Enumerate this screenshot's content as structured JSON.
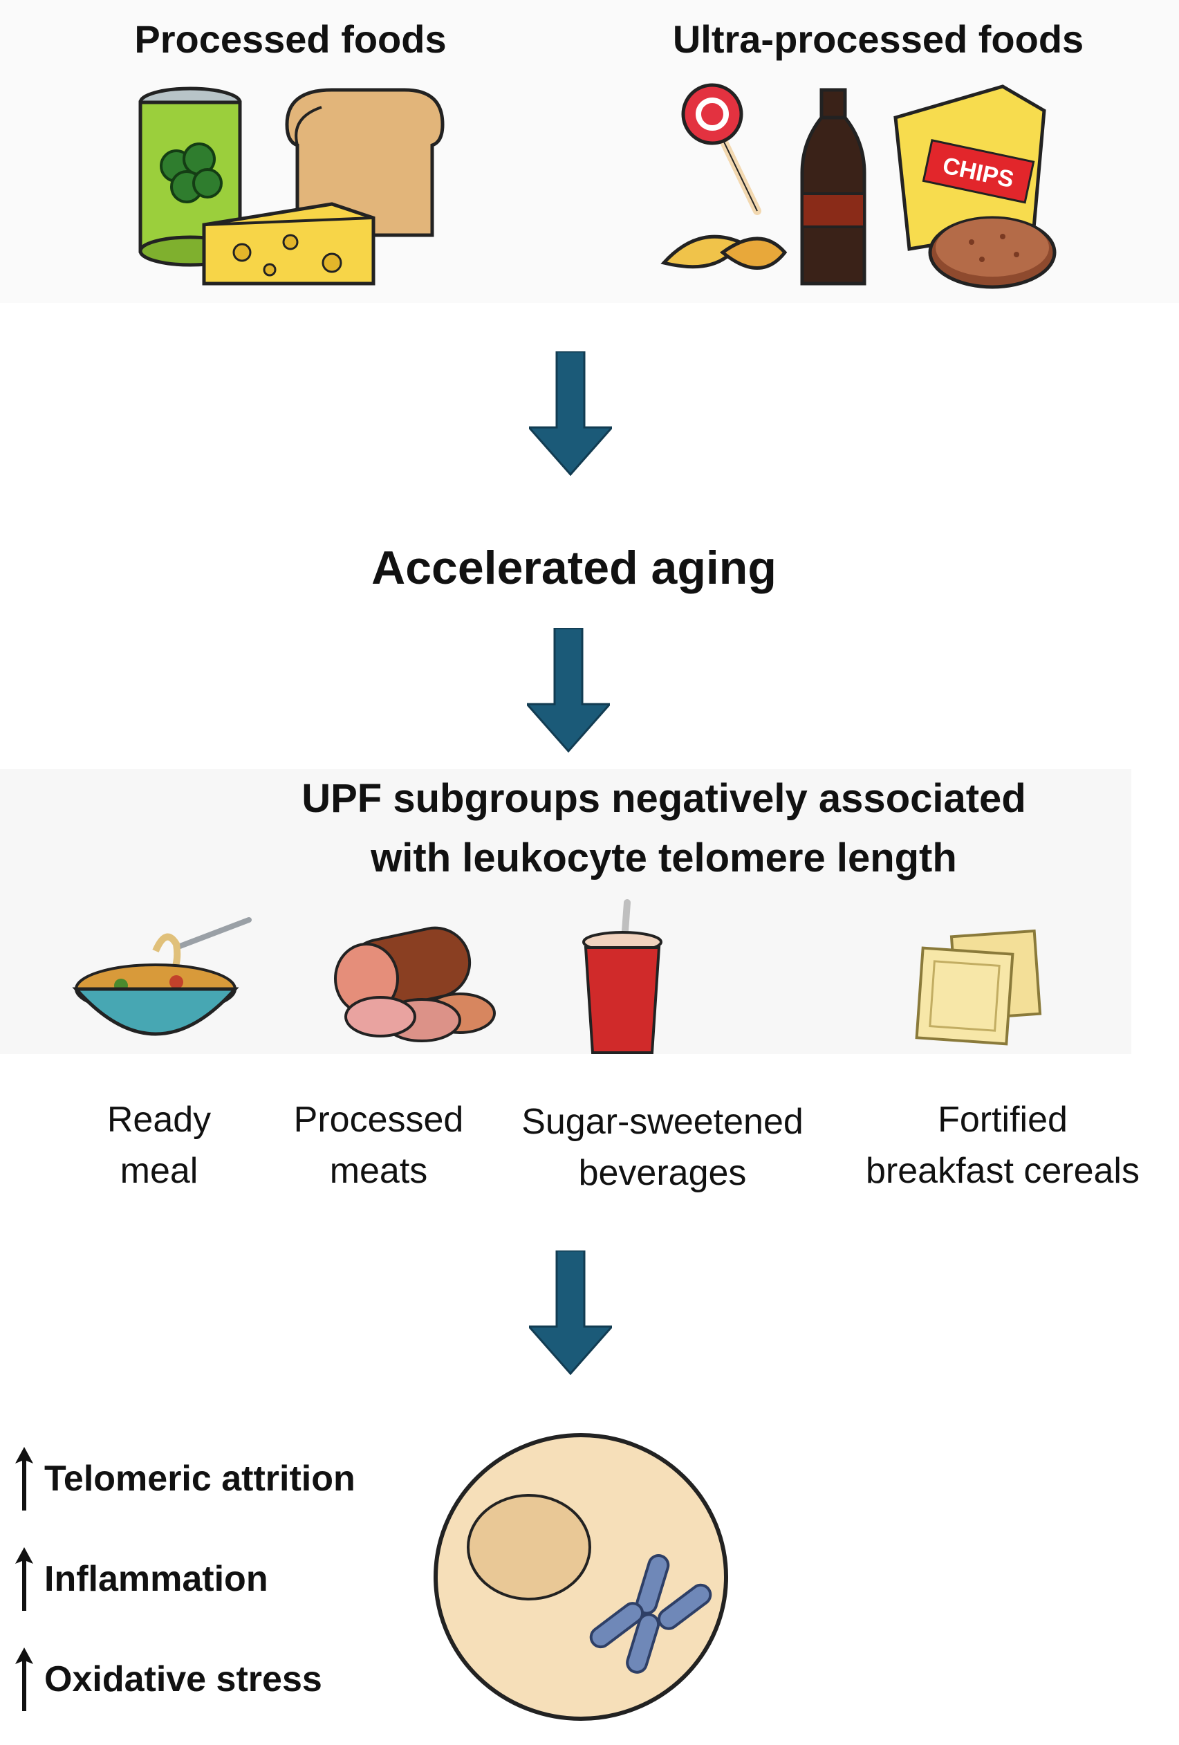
{
  "headers": {
    "processed": "Processed foods",
    "ultra_processed": "Ultra-processed foods"
  },
  "chips_label": "CHIPS",
  "accelerated_aging": "Accelerated aging",
  "upf_title": {
    "line1": "UPF subgroups negatively associated",
    "line2": "with leukocyte telomere length"
  },
  "subgroups": [
    {
      "line1": "Ready",
      "line2": "meal",
      "icon": "ready-meal-bowl-icon"
    },
    {
      "line1": "Processed",
      "line2": "meats",
      "icon": "processed-meat-icon"
    },
    {
      "line1": "Sugar-sweetened",
      "line2": "beverages",
      "icon": "soda-cup-icon"
    },
    {
      "line1": "Fortified",
      "line2": "breakfast cereals",
      "icon": "cereal-squares-icon"
    }
  ],
  "effects": [
    {
      "label": "Telomeric attrition",
      "icon": "arrow-up-icon"
    },
    {
      "label": "Inflammation",
      "icon": "arrow-up-icon"
    },
    {
      "label": "Oxidative stress",
      "icon": "arrow-up-icon"
    }
  ],
  "colors": {
    "flow_arrow": "#1b5a78",
    "cell_fill": "#f6dfb9",
    "nucleus_fill": "#e9c896",
    "chromosome": "#6f88b8"
  }
}
